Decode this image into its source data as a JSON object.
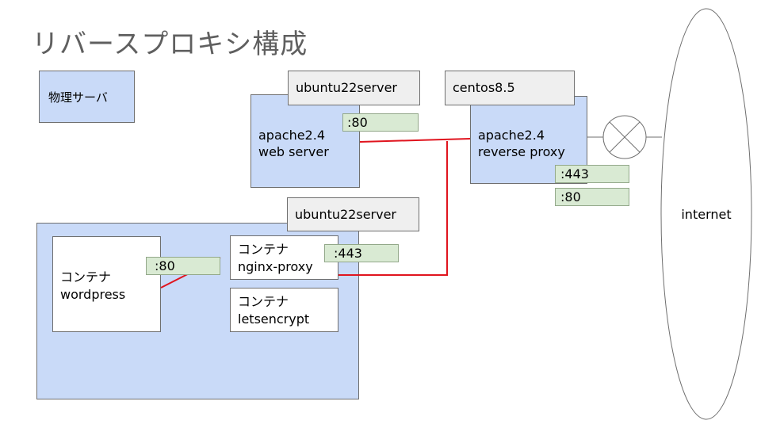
{
  "title": "リバースプロキシ構成",
  "legend": {
    "physical_server": "物理サーバ"
  },
  "ubuntu_top": {
    "host_label": "ubuntu22server",
    "app": [
      "apache2.4",
      "web server"
    ],
    "port_80": ":80"
  },
  "centos": {
    "host_label": "centos8.5",
    "app": [
      "apache2.4",
      "reverse proxy"
    ],
    "port_443": ":443",
    "port_80": ":80"
  },
  "ubuntu_bottom": {
    "host_label": "ubuntu22server",
    "wordpress": [
      "コンテナ",
      "wordpress"
    ],
    "wordpress_port": ":80",
    "nginx_proxy": [
      "コンテナ",
      "nginx-proxy"
    ],
    "nginx_port": ":443",
    "letsencrypt": [
      "コンテナ",
      "letsencrypt"
    ]
  },
  "internet": {
    "label": "internet"
  },
  "colors": {
    "server_fill": "#c9daf8",
    "port_fill": "#d9ead3",
    "label_fill": "#efefef",
    "connection_line": "#e0141e"
  }
}
